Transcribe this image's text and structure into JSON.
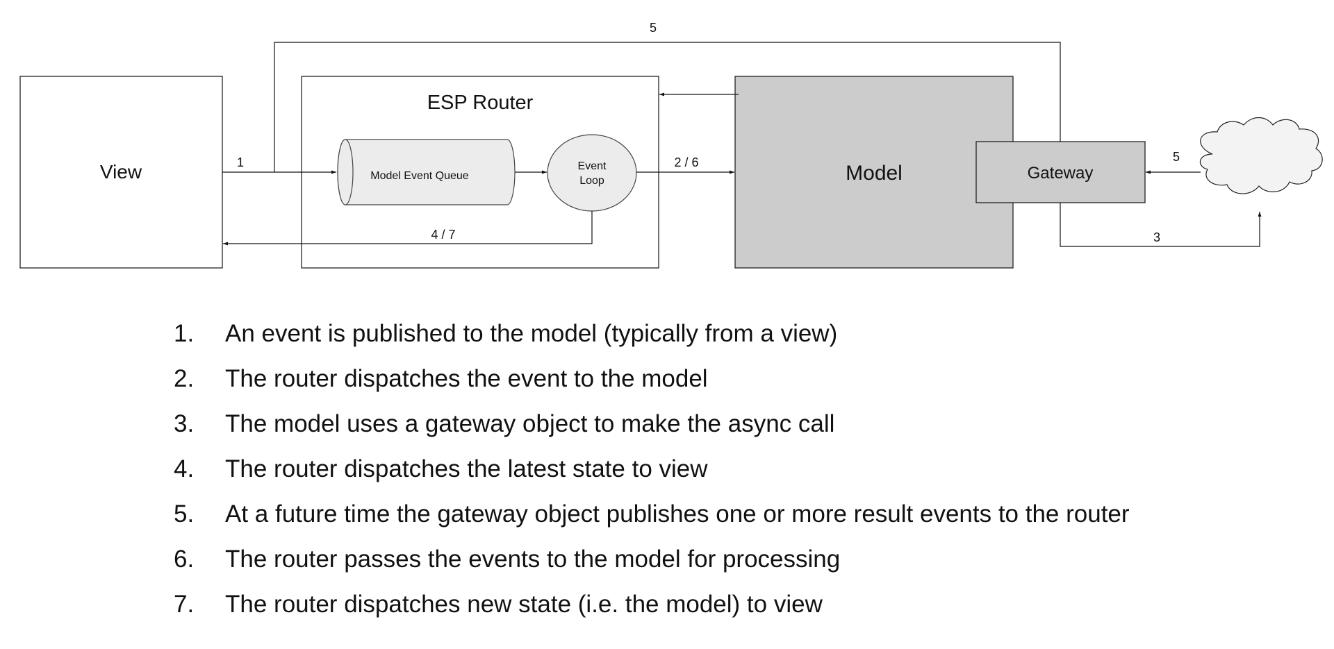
{
  "diagram": {
    "view_label": "View",
    "router_title": "ESP Router",
    "queue_label": "Model Event Queue",
    "event_loop_line1": "Event",
    "event_loop_line2": "Loop",
    "model_label": "Model",
    "gateway_label": "Gateway",
    "edge_labels": {
      "view_to_queue": "1",
      "loop_to_model": "2 / 6",
      "gateway_to_cloud": "3",
      "loop_to_view": "4 / 7",
      "gateway_to_router_top": "5",
      "cloud_to_gateway": "5"
    }
  },
  "steps": [
    {
      "num": "1.",
      "text": "An event is published to the model (typically from a view)"
    },
    {
      "num": "2.",
      "text": "The router dispatches the event to the model"
    },
    {
      "num": "3.",
      "text": "The model uses a gateway object to make the async call"
    },
    {
      "num": "4.",
      "text": "The router dispatches the latest state to view"
    },
    {
      "num": "5.",
      "text": "At a future time the gateway object publishes one or more result events to the router"
    },
    {
      "num": "6.",
      "text": "The router passes the events to the model for processing"
    },
    {
      "num": "7.",
      "text": "The router dispatches new state (i.e. the model) to view"
    }
  ]
}
